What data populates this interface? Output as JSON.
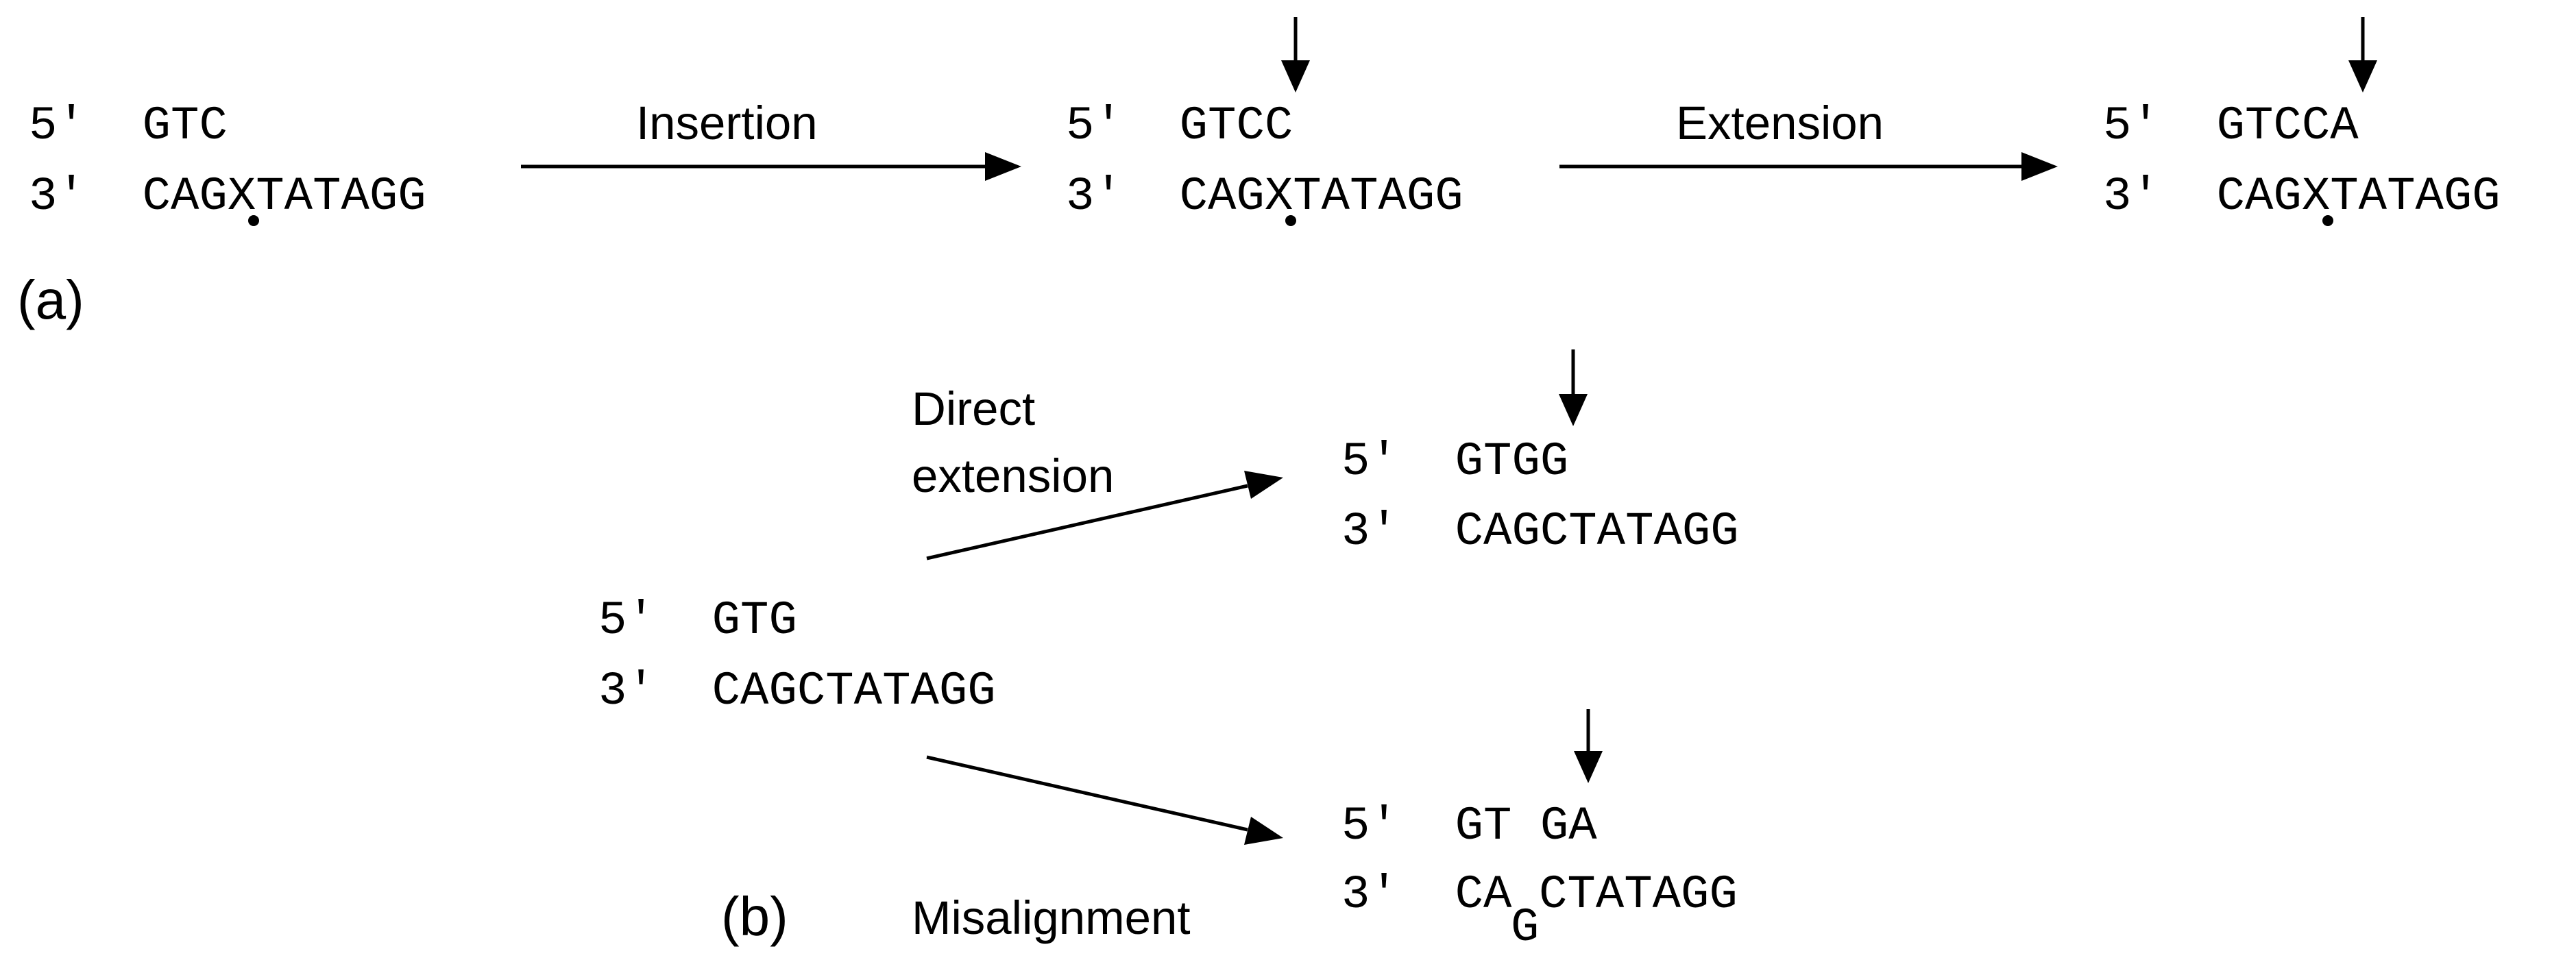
{
  "panel_a": {
    "label": "(a)",
    "step1": {
      "top": "5′  GTC",
      "bottom": "3′  CAGXTATAGG"
    },
    "arrow1_label": "Insertion",
    "step2": {
      "top": "5′  GTCC",
      "bottom": "3′  CAGXTATAGG"
    },
    "arrow2_label": "Extension",
    "step3": {
      "top": "5′  GTCCA",
      "bottom": "3′  CAGXTATAGG"
    }
  },
  "panel_b": {
    "label": "(b)",
    "start": {
      "top": "5′  GTG",
      "bottom": "3′  CAGCTATAGG"
    },
    "direct_label_line1": "Direct",
    "direct_label_line2": "extension",
    "direct": {
      "top": "5′  GTGG",
      "bottom": "3′  CAGCTATAGG"
    },
    "misalign_label": "Misalignment",
    "misaligned": {
      "top": "5′  GT GA",
      "bottom_left": "3′  CA",
      "bulge": "G",
      "bottom_right": "CTATAGG"
    }
  }
}
